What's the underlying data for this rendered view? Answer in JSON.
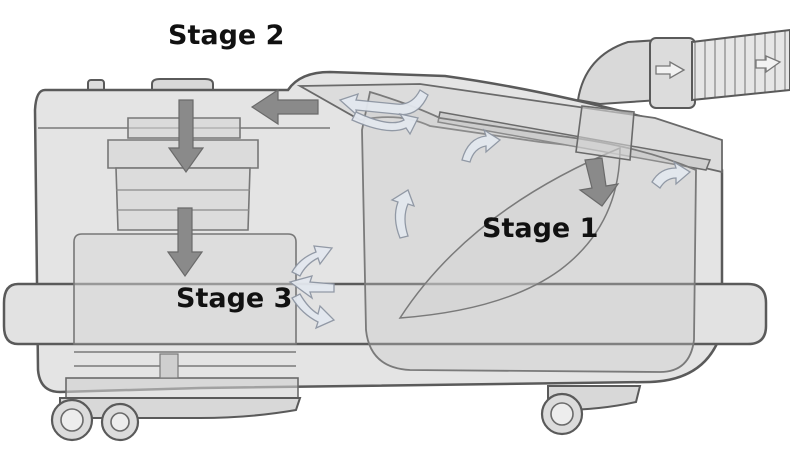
{
  "labels": {
    "stage_1": "Stage 1",
    "stage_2": "Stage 2",
    "stage_3": "Stage 3"
  },
  "colors": {
    "outline": "#5a5a5a",
    "body_fill": "#e4e4e4",
    "glass_fill": "#d9d9d9",
    "arrow_dark": "#8a8a8a",
    "arrow_light": "#dfe6ef",
    "text": "#111111"
  }
}
